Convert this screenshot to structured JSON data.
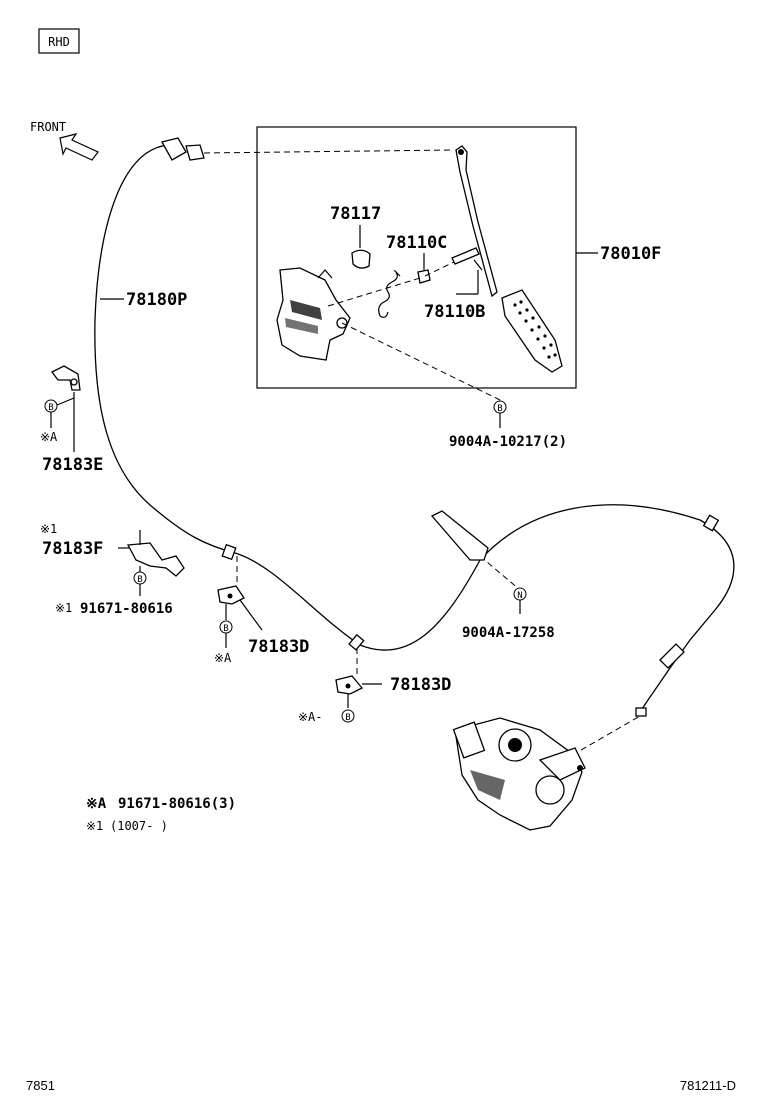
{
  "diagram": {
    "region_badge": "RHD",
    "front_label": "FRONT",
    "callouts": {
      "pedal_assy": "78010F",
      "stopper": "78117",
      "bushing": "78110C",
      "clip": "78110B",
      "cable": "78180P",
      "bolt_upper": "9004A-10217(2)",
      "clamp_e": "78183E",
      "clamp_f": "78183F",
      "bolt_f": "91671-80616",
      "clamp_d1": "78183D",
      "clamp_d2": "78183D",
      "nut_n": "9004A-17258"
    },
    "markers": {
      "b": "B",
      "n": "N",
      "a": "※A",
      "one": "※1",
      "a_dash": "※A-"
    },
    "notes": {
      "a_part": "91671-80616(3)",
      "one_range": "(1007-   )"
    },
    "footer": {
      "left": "7851",
      "right": "781211-D"
    }
  }
}
